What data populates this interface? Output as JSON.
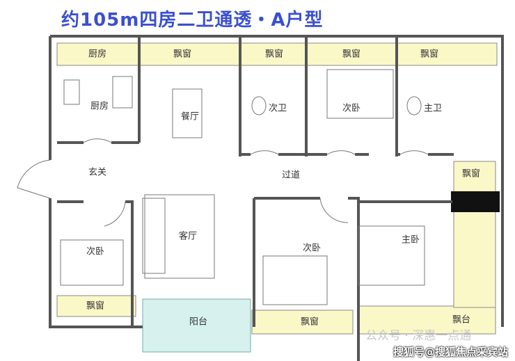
{
  "title": "约105m四房二卫通透・A户型",
  "rooms": {
    "kitchen_window": "厨房",
    "bay1": "飘窗",
    "bay2": "飘窗",
    "bay3": "飘窗",
    "bay4": "飘窗",
    "kitchen": "厨房",
    "dining": "餐厅",
    "second_bath": "次卫",
    "second_bed_top": "次卧",
    "master_bath": "主卫",
    "entrance": "玄关",
    "corridor": "过道",
    "bay_right": "飘窗",
    "living": "客厅",
    "second_bed_left": "次卧",
    "second_bed_mid": "次卧",
    "master_bed": "主卧",
    "bay_bottom_left": "飘窗",
    "balcony": "阳台",
    "bay_bottom_mid": "飘窗",
    "bay_platform": "飘台"
  },
  "watermarks": {
    "wechat": "公众号 · 深惠一点通",
    "sohu": "搜狐号@搜狐焦点采宾站"
  },
  "colors": {
    "title": "#3b4fd0",
    "bay": "#fbf8c8",
    "balcony": "#d6f1ee",
    "wall": "#555555"
  }
}
